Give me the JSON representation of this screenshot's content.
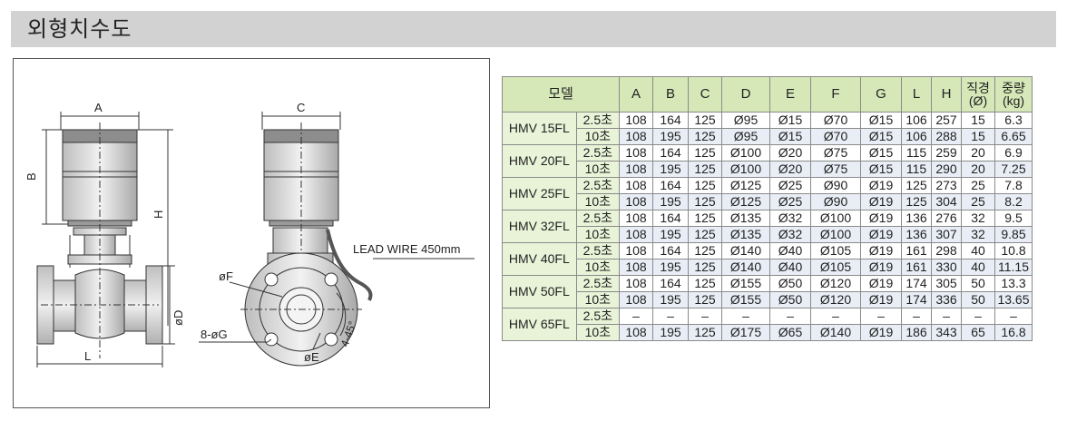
{
  "page_title": "외형치수도",
  "drawing": {
    "labels": {
      "a": "A",
      "b": "B",
      "c": "C",
      "h": "H",
      "l": "L",
      "od": "øD",
      "of": "øF",
      "og": "8-øG",
      "oe": "øE",
      "angle": "4-45°",
      "lead": "LEAD WIRE 450mm"
    }
  },
  "table": {
    "headers": {
      "model": "모델",
      "a": "A",
      "b": "B",
      "c": "C",
      "d": "D",
      "e": "E",
      "f": "F",
      "g": "G",
      "l": "L",
      "h": "H",
      "dia_1": "직경",
      "dia_2": "(Ø)",
      "wt_1": "중량",
      "wt_2": "(kg)"
    },
    "groups": [
      {
        "model": "HMV 15FL",
        "rows": [
          {
            "type": "2.5초",
            "vals": [
              "108",
              "164",
              "125",
              "Ø95",
              "Ø15",
              "Ø70",
              "Ø15",
              "106",
              "257",
              "15",
              "6.3"
            ]
          },
          {
            "type": "10초",
            "vals": [
              "108",
              "195",
              "125",
              "Ø95",
              "Ø15",
              "Ø70",
              "Ø15",
              "106",
              "288",
              "15",
              "6.65"
            ]
          }
        ]
      },
      {
        "model": "HMV 20FL",
        "rows": [
          {
            "type": "2.5초",
            "vals": [
              "108",
              "164",
              "125",
              "Ø100",
              "Ø20",
              "Ø75",
              "Ø15",
              "115",
              "259",
              "20",
              "6.9"
            ]
          },
          {
            "type": "10초",
            "vals": [
              "108",
              "195",
              "125",
              "Ø100",
              "Ø20",
              "Ø75",
              "Ø15",
              "115",
              "290",
              "20",
              "7.25"
            ]
          }
        ]
      },
      {
        "model": "HMV 25FL",
        "rows": [
          {
            "type": "2.5초",
            "vals": [
              "108",
              "164",
              "125",
              "Ø125",
              "Ø25",
              "Ø90",
              "Ø19",
              "125",
              "273",
              "25",
              "7.8"
            ]
          },
          {
            "type": "10초",
            "vals": [
              "108",
              "195",
              "125",
              "Ø125",
              "Ø25",
              "Ø90",
              "Ø19",
              "125",
              "304",
              "25",
              "8.2"
            ]
          }
        ]
      },
      {
        "model": "HMV 32FL",
        "rows": [
          {
            "type": "2.5초",
            "vals": [
              "108",
              "164",
              "125",
              "Ø135",
              "Ø32",
              "Ø100",
              "Ø19",
              "136",
              "276",
              "32",
              "9.5"
            ]
          },
          {
            "type": "10초",
            "vals": [
              "108",
              "195",
              "125",
              "Ø135",
              "Ø32",
              "Ø100",
              "Ø19",
              "136",
              "307",
              "32",
              "9.85"
            ]
          }
        ]
      },
      {
        "model": "HMV 40FL",
        "rows": [
          {
            "type": "2.5초",
            "vals": [
              "108",
              "164",
              "125",
              "Ø140",
              "Ø40",
              "Ø105",
              "Ø19",
              "161",
              "298",
              "40",
              "10.8"
            ]
          },
          {
            "type": "10초",
            "vals": [
              "108",
              "195",
              "125",
              "Ø140",
              "Ø40",
              "Ø105",
              "Ø19",
              "161",
              "330",
              "40",
              "11.15"
            ]
          }
        ]
      },
      {
        "model": "HMV 50FL",
        "rows": [
          {
            "type": "2.5초",
            "vals": [
              "108",
              "164",
              "125",
              "Ø155",
              "Ø50",
              "Ø120",
              "Ø19",
              "174",
              "305",
              "50",
              "13.3"
            ]
          },
          {
            "type": "10초",
            "vals": [
              "108",
              "195",
              "125",
              "Ø155",
              "Ø50",
              "Ø120",
              "Ø19",
              "174",
              "336",
              "50",
              "13.65"
            ]
          }
        ]
      },
      {
        "model": "HMV 65FL",
        "rows": [
          {
            "type": "2.5초",
            "vals": [
              "–",
              "–",
              "–",
              "–",
              "–",
              "–",
              "–",
              "–",
              "–",
              "–",
              "–"
            ]
          },
          {
            "type": "10초",
            "vals": [
              "108",
              "195",
              "125",
              "Ø175",
              "Ø65",
              "Ø140",
              "Ø19",
              "186",
              "343",
              "65",
              "16.8"
            ]
          }
        ]
      }
    ]
  }
}
